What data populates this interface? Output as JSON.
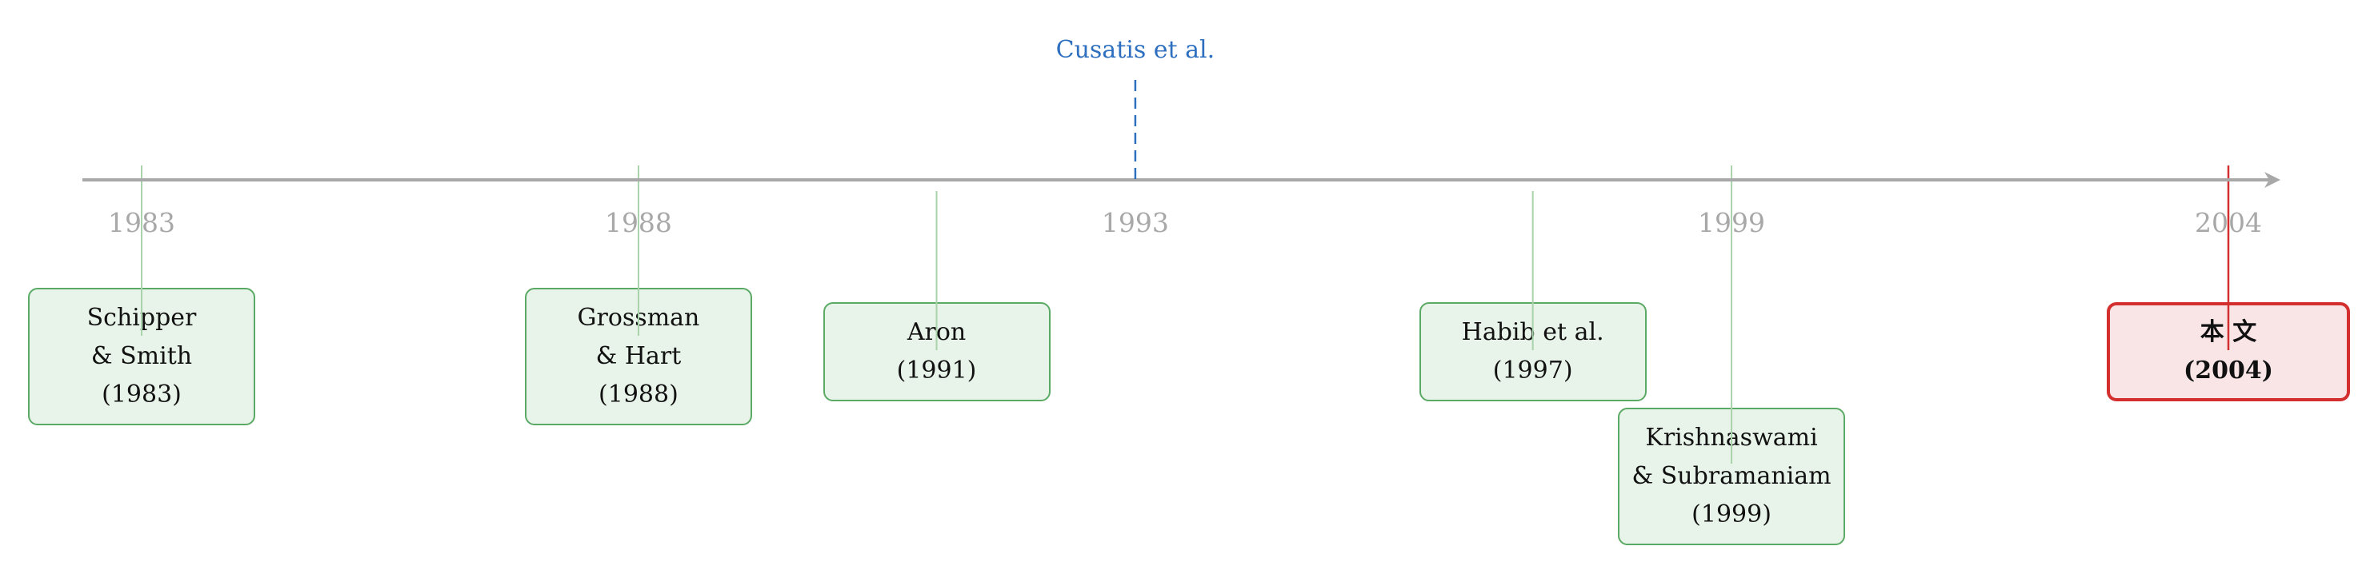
{
  "colors": {
    "axis": "#a8a8a8",
    "year_text": "#a8a8a8",
    "event_border": "#5aa964",
    "event_fill": "#e8f3e9",
    "event_connector": "#a8d3ab",
    "highlight_border": "#d32f2f",
    "highlight_fill": "#fae5e6",
    "highlight_connector": "#d32f2f",
    "marker": "#2e6fbf",
    "text": "#111111"
  },
  "timeline": {
    "start_year": 1983,
    "end_year": 2004
  },
  "year_labels": [
    {
      "year": 1983,
      "label": "1983"
    },
    {
      "year": 1988,
      "label": "1988"
    },
    {
      "year": 1993,
      "label": "1993"
    },
    {
      "year": 1999,
      "label": "1999"
    },
    {
      "year": 2004,
      "label": "2004"
    }
  ],
  "marker": {
    "year": 1993,
    "label": "Cusatis et al.",
    "style": "dashed"
  },
  "events": [
    {
      "year": 1983,
      "lines": [
        "Schipper",
        "& Smith",
        "(1983)"
      ],
      "highlight": false
    },
    {
      "year": 1988,
      "lines": [
        "Grossman",
        "& Hart",
        "(1988)"
      ],
      "highlight": false
    },
    {
      "year": 1991,
      "lines": [
        "Aron",
        "(1991)"
      ],
      "highlight": false
    },
    {
      "year": 1997,
      "lines": [
        "Habib et al.",
        "(1997)"
      ],
      "highlight": false
    },
    {
      "year": 1999,
      "lines": [
        "Krishnaswami",
        "& Subramaniam",
        "(1999)"
      ],
      "highlight": false
    },
    {
      "year": 2004,
      "lines": [
        "本 文",
        "(2004)"
      ],
      "highlight": true
    }
  ]
}
